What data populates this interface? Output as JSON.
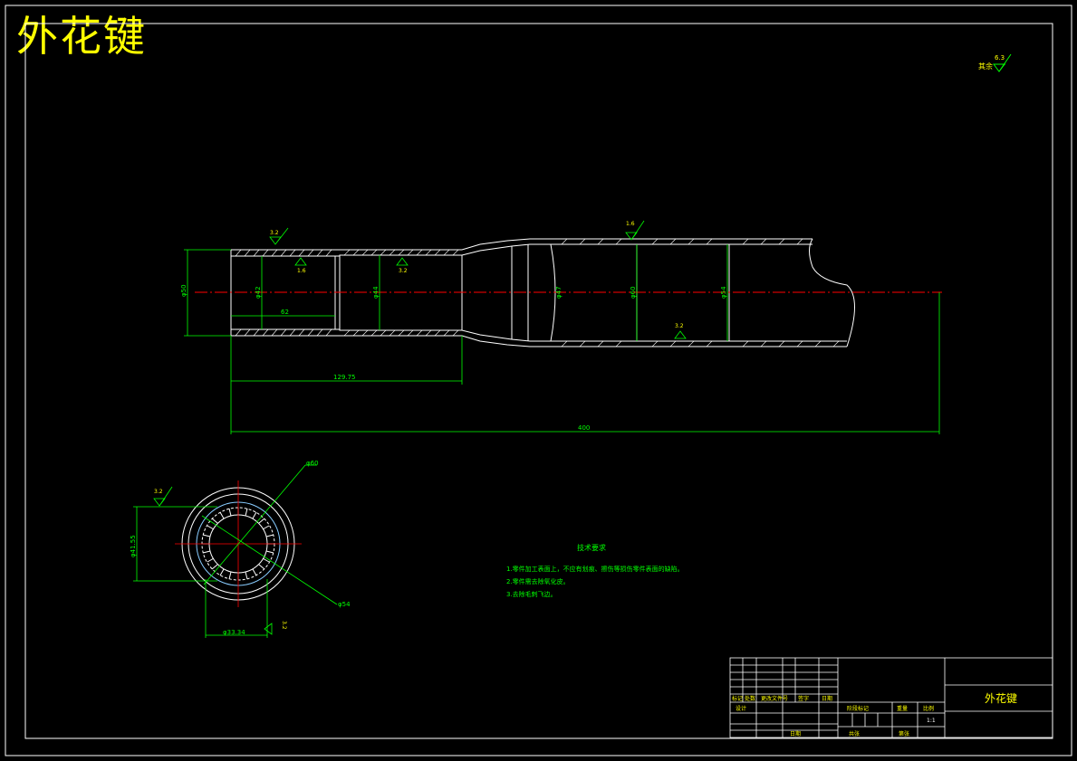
{
  "title": "外花键",
  "colors": {
    "background": "#000000",
    "border": "#ffffff",
    "geometry": "#ffffff",
    "dimension": "#00ff00",
    "centerline": "#ff0000",
    "title": "#ffff00"
  },
  "roughness": {
    "general": {
      "label": "其余",
      "value": "6.3"
    },
    "left_outer": "3.2",
    "left_inner": "1.6",
    "mid_inner": "3.2",
    "right_outer": "1.6",
    "right_lower": "3.2",
    "section_top": "3.2",
    "section_bottom": "3.2"
  },
  "dims": {
    "left_od": "φ50",
    "left_id": "φ42",
    "mid_id": "φ44",
    "spline_dia": "φ47",
    "right_od": "φ60",
    "right_id": "φ54",
    "len_62": "62",
    "len_129": "129.75",
    "len_total": "400",
    "sec_outer": "φ60",
    "sec_mid": "φ54",
    "sec_height": "φ41.55",
    "sec_width": "φ33.34"
  },
  "tech_req": {
    "title": "技术要求",
    "items": [
      "1.零件加工表面上，不应有划痕、擦伤等损伤零件表面的缺陷。",
      "2.零件需去除氧化皮。",
      "3.去除毛刺飞边。"
    ]
  },
  "title_block": {
    "drawing_name": "外花键",
    "scale": "1:1",
    "cells": {
      "mark": "标记",
      "count": "处数",
      "doc": "更改文件号",
      "sign": "签字",
      "date": "日期",
      "design": "设计",
      "stage": "阶段标记",
      "weight": "重量",
      "scale_label": "比例",
      "sheets": "共张",
      "sheet": "第张",
      "day": "日期"
    }
  }
}
